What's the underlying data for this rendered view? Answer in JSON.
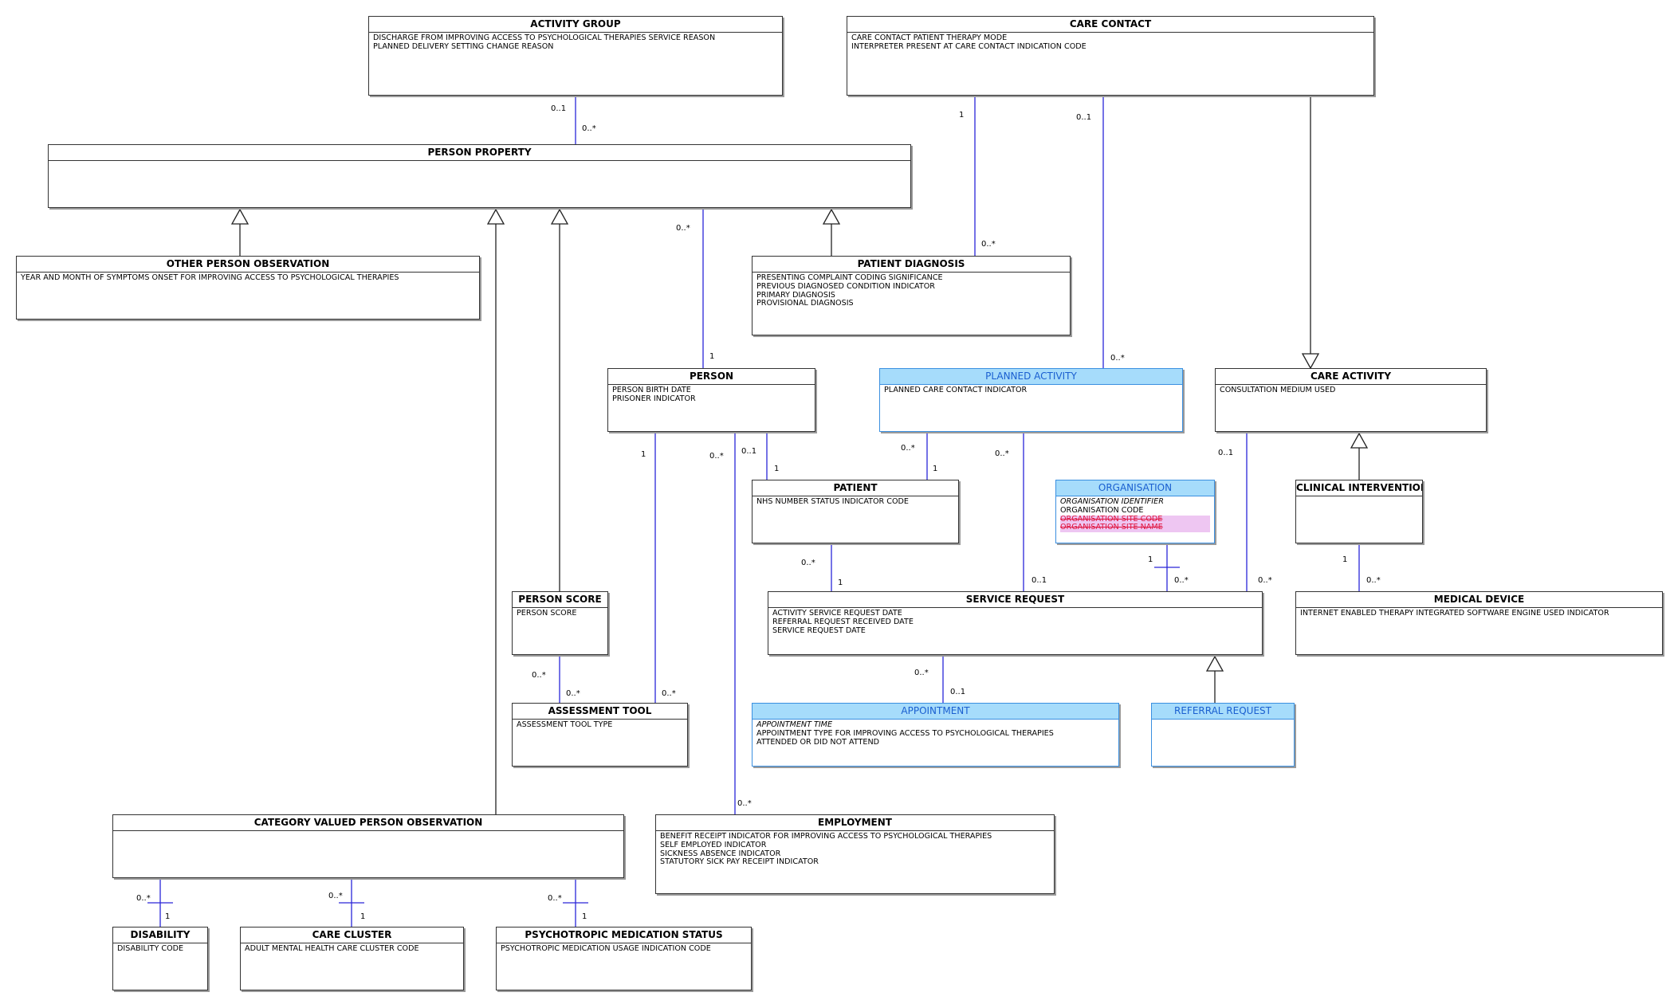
{
  "entities": {
    "activity_group": {
      "name": "ACTIVITY GROUP",
      "attrs": [
        "DISCHARGE FROM IMPROVING ACCESS TO PSYCHOLOGICAL THERAPIES SERVICE REASON",
        "PLANNED DELIVERY SETTING CHANGE REASON"
      ]
    },
    "care_contact": {
      "name": "CARE CONTACT",
      "attrs": [
        "CARE CONTACT PATIENT THERAPY MODE",
        "INTERPRETER PRESENT AT CARE CONTACT INDICATION CODE"
      ]
    },
    "person_property": {
      "name": "PERSON PROPERTY",
      "attrs": []
    },
    "other_person_observation": {
      "name": "OTHER PERSON OBSERVATION",
      "attrs": [
        "YEAR AND MONTH OF SYMPTOMS ONSET FOR IMPROVING ACCESS TO PSYCHOLOGICAL THERAPIES"
      ]
    },
    "patient_diagnosis": {
      "name": "PATIENT DIAGNOSIS",
      "attrs": [
        "PRESENTING COMPLAINT CODING SIGNIFICANCE",
        "PREVIOUS DIAGNOSED CONDITION INDICATOR",
        "PRIMARY DIAGNOSIS",
        "PROVISIONAL DIAGNOSIS"
      ]
    },
    "person": {
      "name": "PERSON",
      "attrs": [
        "PERSON BIRTH DATE",
        "PRISONER INDICATOR"
      ]
    },
    "planned_activity": {
      "name": "PLANNED ACTIVITY",
      "attrs": [
        "PLANNED CARE CONTACT INDICATOR"
      ]
    },
    "care_activity": {
      "name": "CARE ACTIVITY",
      "attrs": [
        "CONSULTATION MEDIUM USED"
      ]
    },
    "patient": {
      "name": "PATIENT",
      "attrs": [
        "NHS NUMBER STATUS INDICATOR CODE"
      ]
    },
    "organisation": {
      "name": "ORGANISATION",
      "attrs": [
        {
          "text": "ORGANISATION IDENTIFIER",
          "style": "italic"
        },
        {
          "text": "ORGANISATION CODE",
          "style": "normal"
        },
        {
          "text": "ORGANISATION SITE CODE",
          "style": "struck"
        },
        {
          "text": "ORGANISATION SITE NAME",
          "style": "struck"
        }
      ]
    },
    "clinical_intervention": {
      "name": "CLINICAL INTERVENTION",
      "attrs": []
    },
    "person_score": {
      "name": "PERSON SCORE",
      "attrs": [
        "PERSON SCORE"
      ]
    },
    "service_request": {
      "name": "SERVICE REQUEST",
      "attrs": [
        "ACTIVITY SERVICE REQUEST DATE",
        "REFERRAL REQUEST RECEIVED DATE",
        "SERVICE REQUEST DATE"
      ]
    },
    "medical_device": {
      "name": "MEDICAL DEVICE",
      "attrs": [
        "INTERNET ENABLED THERAPY INTEGRATED SOFTWARE ENGINE USED INDICATOR"
      ]
    },
    "assessment_tool": {
      "name": "ASSESSMENT TOOL",
      "attrs": [
        "ASSESSMENT TOOL TYPE"
      ]
    },
    "appointment": {
      "name": "APPOINTMENT",
      "attrs": [
        {
          "text": "APPOINTMENT TIME",
          "style": "italic"
        },
        {
          "text": "APPOINTMENT TYPE FOR IMPROVING ACCESS TO PSYCHOLOGICAL THERAPIES",
          "style": "normal"
        },
        {
          "text": "ATTENDED OR DID NOT ATTEND",
          "style": "normal"
        }
      ]
    },
    "referral_request": {
      "name": "REFERRAL REQUEST",
      "attrs": []
    },
    "category_valued_person_observation": {
      "name": "CATEGORY VALUED PERSON OBSERVATION",
      "attrs": []
    },
    "employment": {
      "name": "EMPLOYMENT",
      "attrs": [
        "BENEFIT RECEIPT INDICATOR FOR IMPROVING ACCESS TO PSYCHOLOGICAL THERAPIES",
        "SELF EMPLOYED INDICATOR",
        "SICKNESS ABSENCE INDICATOR",
        "STATUTORY SICK PAY RECEIPT INDICATOR"
      ]
    },
    "disability": {
      "name": "DISABILITY",
      "attrs": [
        "DISABILITY CODE"
      ]
    },
    "care_cluster": {
      "name": "CARE CLUSTER",
      "attrs": [
        "ADULT MENTAL HEALTH CARE CLUSTER CODE"
      ]
    },
    "psychotropic_medication_status": {
      "name": "PSYCHOTROPIC MEDICATION STATUS",
      "attrs": [
        "PSYCHOTROPIC MEDICATION USAGE INDICATION CODE"
      ]
    }
  },
  "multiplicities": {
    "ag_pp_a": "0..1",
    "ag_pp_b": "0..*",
    "cc_pd_a": "1",
    "cc_pd_b": "0..*",
    "cc_pa_a": "0..1",
    "cc_pa_b": "0..*",
    "pp_person_a": "0..*",
    "pp_person_b": "1",
    "person_patient_a": "0..1",
    "person_patient_b": "1",
    "pa_patient_a": "0..*",
    "pa_patient_b": "1",
    "pa_sr_a": "0..*",
    "pa_sr_b": "0..1",
    "person_at_a": "1",
    "person_at_b": "0..*",
    "person_emp_a": "0..*",
    "person_emp_b": "0..*",
    "patient_sr_a": "0..*",
    "patient_sr_b": "1",
    "org_sr_a": "1",
    "org_sr_b": "0..*",
    "ca_sr_a": "0..1",
    "ca_sr_b": "0..*",
    "ci_md_a": "1",
    "ci_md_b": "0..*",
    "ps_at_a": "0..*",
    "ps_at_b": "0..*",
    "sr_app_a": "0..*",
    "sr_app_b": "0..1",
    "cvpo_dis_a": "0..*",
    "cvpo_dis_b": "1",
    "cvpo_cc_a": "0..*",
    "cvpo_cc_b": "1",
    "cvpo_pms_a": "0..*",
    "cvpo_pms_b": "1"
  },
  "colors": {
    "association": "#2a25d8",
    "inheritance": "#222222",
    "highlight_fill": "#a6dcfb",
    "highlight_text": "#1a5fd0",
    "struck_text": "#e0123c",
    "struck_fill": "#eec6f2"
  }
}
